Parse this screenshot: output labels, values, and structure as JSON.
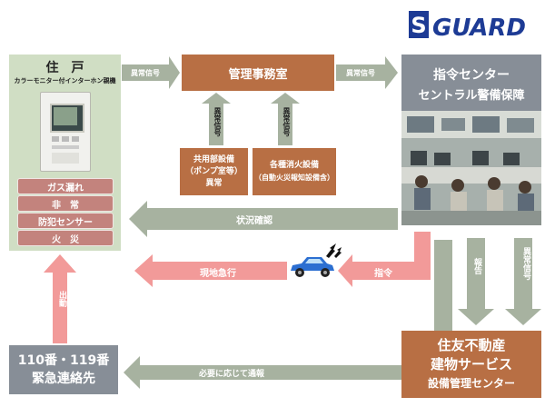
{
  "logo": {
    "text": "SGUARD"
  },
  "residence": {
    "title": "住　戸",
    "subtitle": "カラーモニター付インターホン親機",
    "alarms": [
      "ガス漏れ",
      "非　常",
      "防犯センサー",
      "火　災"
    ]
  },
  "office": {
    "title": "管理事務室"
  },
  "common_equipment": {
    "line1": "共用部設備",
    "line2": "（ポンプ室等）",
    "line3": "異常"
  },
  "fire_equipment": {
    "line1": "各種消火設備",
    "line2": "（自動火災報知設備含）"
  },
  "command_center": {
    "line1": "指令センター",
    "line2": "セントラル警備保障"
  },
  "emergency": {
    "line1": "110番・119番",
    "line2": "緊急連絡先"
  },
  "sumitomo": {
    "line1": "住友不動産",
    "line2": "建物サービス",
    "line3": "設備管理センター"
  },
  "arrows": {
    "anomaly_signal": "異常信号",
    "status_check": "状況確認",
    "rush_to_site": "現地急行",
    "command": "指令",
    "report": "報告",
    "dispatch": "出動",
    "notify_if_needed": "必要に応じて通報"
  }
}
